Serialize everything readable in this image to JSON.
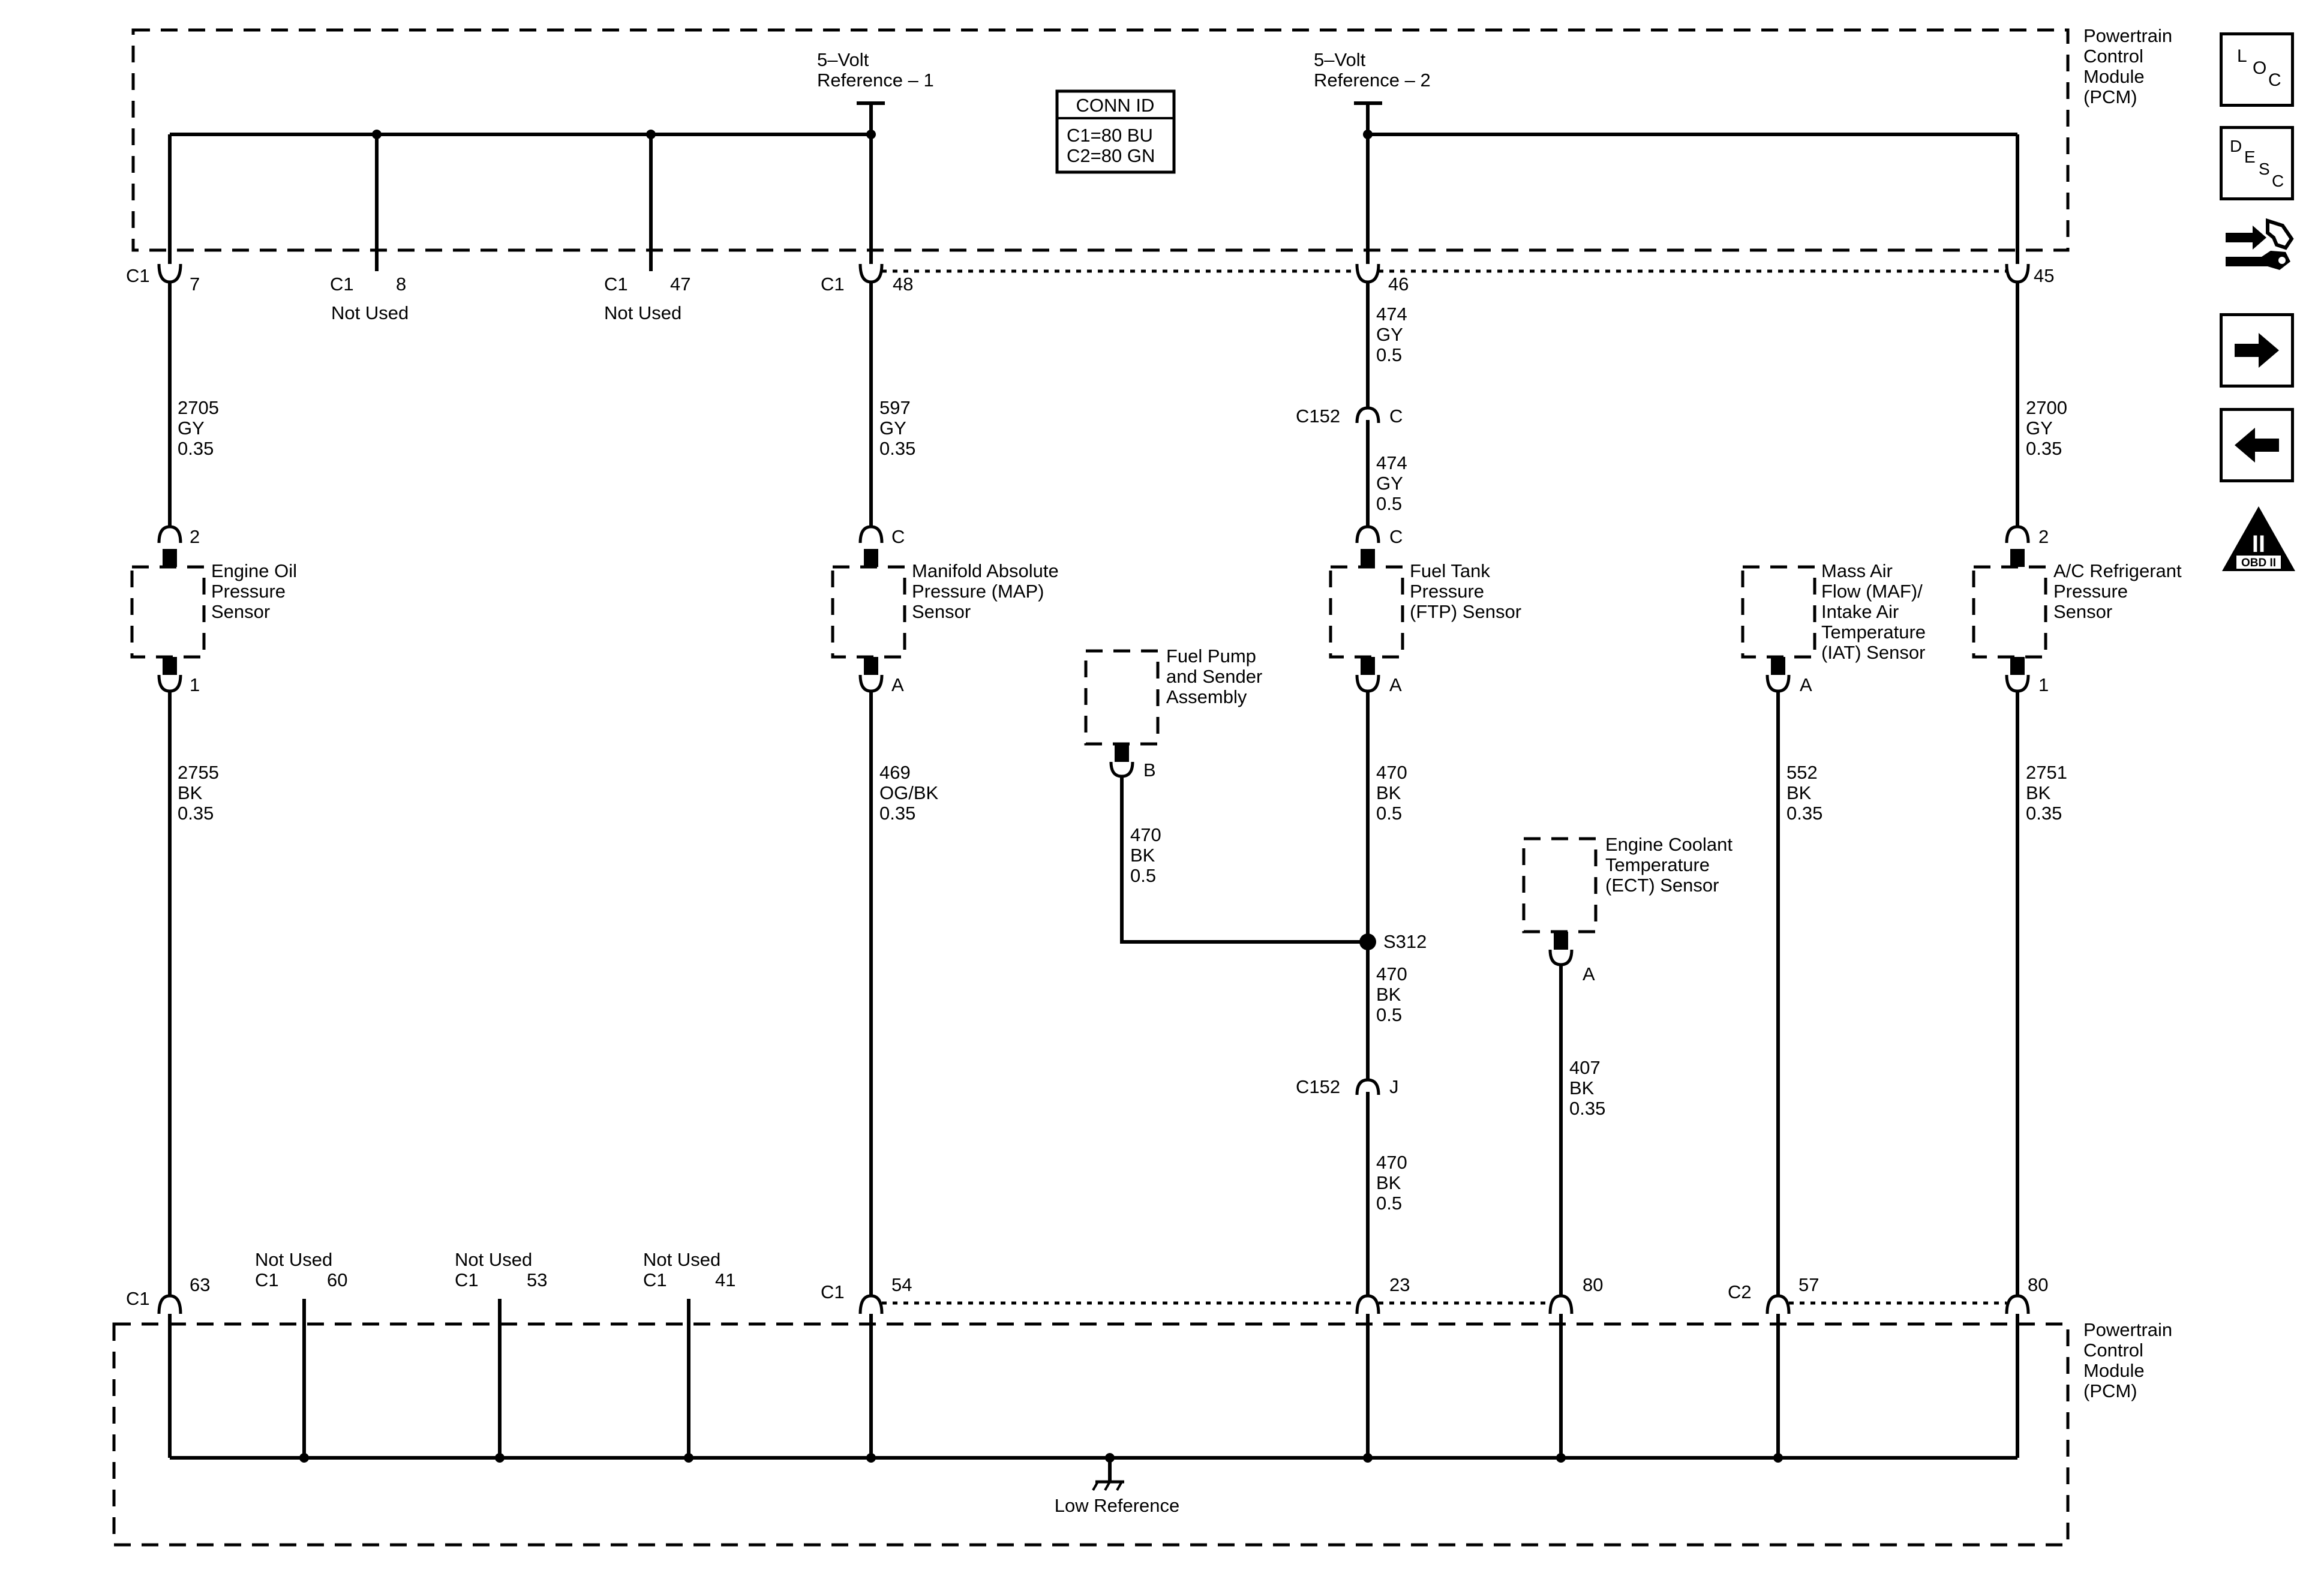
{
  "module": {
    "top_name": [
      "Powertrain",
      "Control",
      "Module",
      "(PCM)"
    ],
    "bottom_name": [
      "Powertrain",
      "Control",
      "Module",
      "(PCM)"
    ]
  },
  "references": {
    "ref1": [
      "5–Volt",
      "Reference – 1"
    ],
    "ref2": [
      "5–Volt",
      "Reference – 2"
    ],
    "low": "Low Reference"
  },
  "conn_id": {
    "title": "CONN ID",
    "lines": [
      "C1=80 BU",
      "C2=80 GN"
    ]
  },
  "top_pins": {
    "p7": {
      "conn": "C1",
      "pin": "7"
    },
    "p8": {
      "conn": "C1",
      "pin": "8",
      "note": "Not Used"
    },
    "p47": {
      "conn": "C1",
      "pin": "47",
      "note": "Not Used"
    },
    "p48": {
      "conn": "C1",
      "pin": "48"
    },
    "p46": {
      "pin": "46"
    },
    "p45": {
      "pin": "45"
    }
  },
  "bottom_pins": {
    "p63": {
      "conn": "C1",
      "pin": "63"
    },
    "p60": {
      "note": "Not Used",
      "conn": "C1",
      "pin": "60"
    },
    "p53": {
      "note": "Not Used",
      "conn": "C1",
      "pin": "53"
    },
    "p41": {
      "note": "Not Used",
      "conn": "C1",
      "pin": "41"
    },
    "p54": {
      "conn": "C1",
      "pin": "54"
    },
    "p23": {
      "pin": "23"
    },
    "p80a": {
      "pin": "80"
    },
    "p57": {
      "conn": "C2",
      "pin": "57"
    },
    "p80b": {
      "pin": "80"
    }
  },
  "wires": {
    "w2705": [
      "2705",
      "GY",
      "0.35"
    ],
    "w597": [
      "597",
      "GY",
      "0.35"
    ],
    "w474a": [
      "474",
      "GY",
      "0.5"
    ],
    "w474b": [
      "474",
      "GY",
      "0.5"
    ],
    "w2700": [
      "2700",
      "GY",
      "0.35"
    ],
    "w2755": [
      "2755",
      "BK",
      "0.35"
    ],
    "w469": [
      "469",
      "OG/BK",
      "0.35"
    ],
    "w470pump": [
      "470",
      "BK",
      "0.5"
    ],
    "w470ftp": [
      "470",
      "BK",
      "0.5"
    ],
    "w470s312": [
      "470",
      "BK",
      "0.5"
    ],
    "w470c152": [
      "470",
      "BK",
      "0.5"
    ],
    "w407": [
      "407",
      "BK",
      "0.35"
    ],
    "w552": [
      "552",
      "BK",
      "0.35"
    ],
    "w2751": [
      "2751",
      "BK",
      "0.35"
    ]
  },
  "inline": {
    "c152_top": {
      "name": "C152",
      "pin": "C"
    },
    "c152_bottom": {
      "name": "C152",
      "pin": "J"
    },
    "splice": "S312"
  },
  "components": {
    "oil": {
      "name": [
        "Engine Oil",
        "Pressure",
        "Sensor"
      ],
      "top_pin": "2",
      "bottom_pin": "1"
    },
    "map": {
      "name": [
        "Manifold Absolute",
        "Pressure (MAP)",
        "Sensor"
      ],
      "top_pin": "C",
      "bottom_pin": "A"
    },
    "ftp": {
      "name": [
        "Fuel Tank",
        "Pressure",
        "(FTP) Sensor"
      ],
      "top_pin": "C",
      "bottom_pin": "A"
    },
    "pump": {
      "name": [
        "Fuel Pump",
        "and Sender",
        "Assembly"
      ],
      "bottom_pin": "B"
    },
    "ect": {
      "name": [
        "Engine Coolant",
        "Temperature",
        "(ECT) Sensor"
      ],
      "bottom_pin": "A"
    },
    "maf": {
      "name": [
        "Mass Air",
        "Flow (MAF)/",
        "Intake Air",
        "Temperature",
        "(IAT) Sensor"
      ],
      "bottom_pin": "A"
    },
    "ac": {
      "name": [
        "A/C Refrigerant",
        "Pressure",
        "Sensor"
      ],
      "top_pin": "2",
      "bottom_pin": "1"
    }
  },
  "nav": {
    "loc": [
      "L",
      "O",
      "C"
    ],
    "desc": [
      "D",
      "E",
      "S",
      "C"
    ],
    "obd": [
      "II",
      "OBD II"
    ]
  }
}
